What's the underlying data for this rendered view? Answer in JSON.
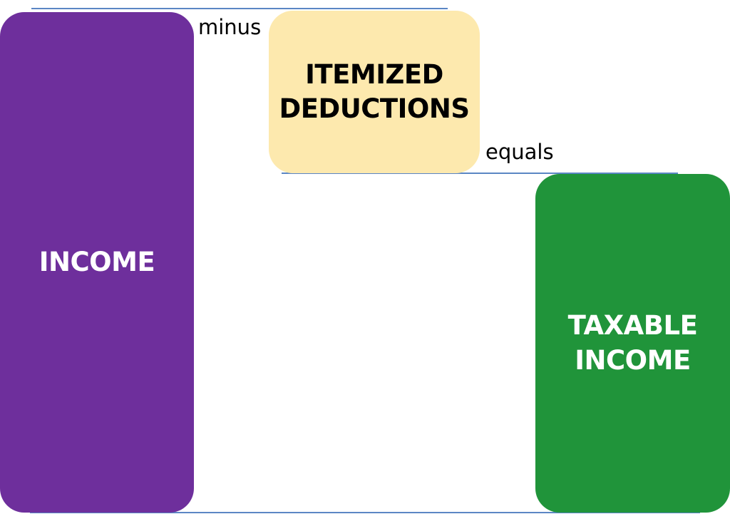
{
  "diagram": {
    "income": {
      "label": "INCOME",
      "fill": "#6e2f9c",
      "text_color": "#ffffff"
    },
    "deductions": {
      "label": "ITEMIZED\nDEDUCTIONS",
      "fill": "#fde9ae",
      "text_color": "#000000"
    },
    "taxable_income": {
      "label": "TAXABLE\nINCOME",
      "fill": "#20943a",
      "text_color": "#ffffff"
    },
    "operators": {
      "minus": "minus",
      "equals": "equals"
    },
    "guide_line_color": "#5b86c4"
  }
}
